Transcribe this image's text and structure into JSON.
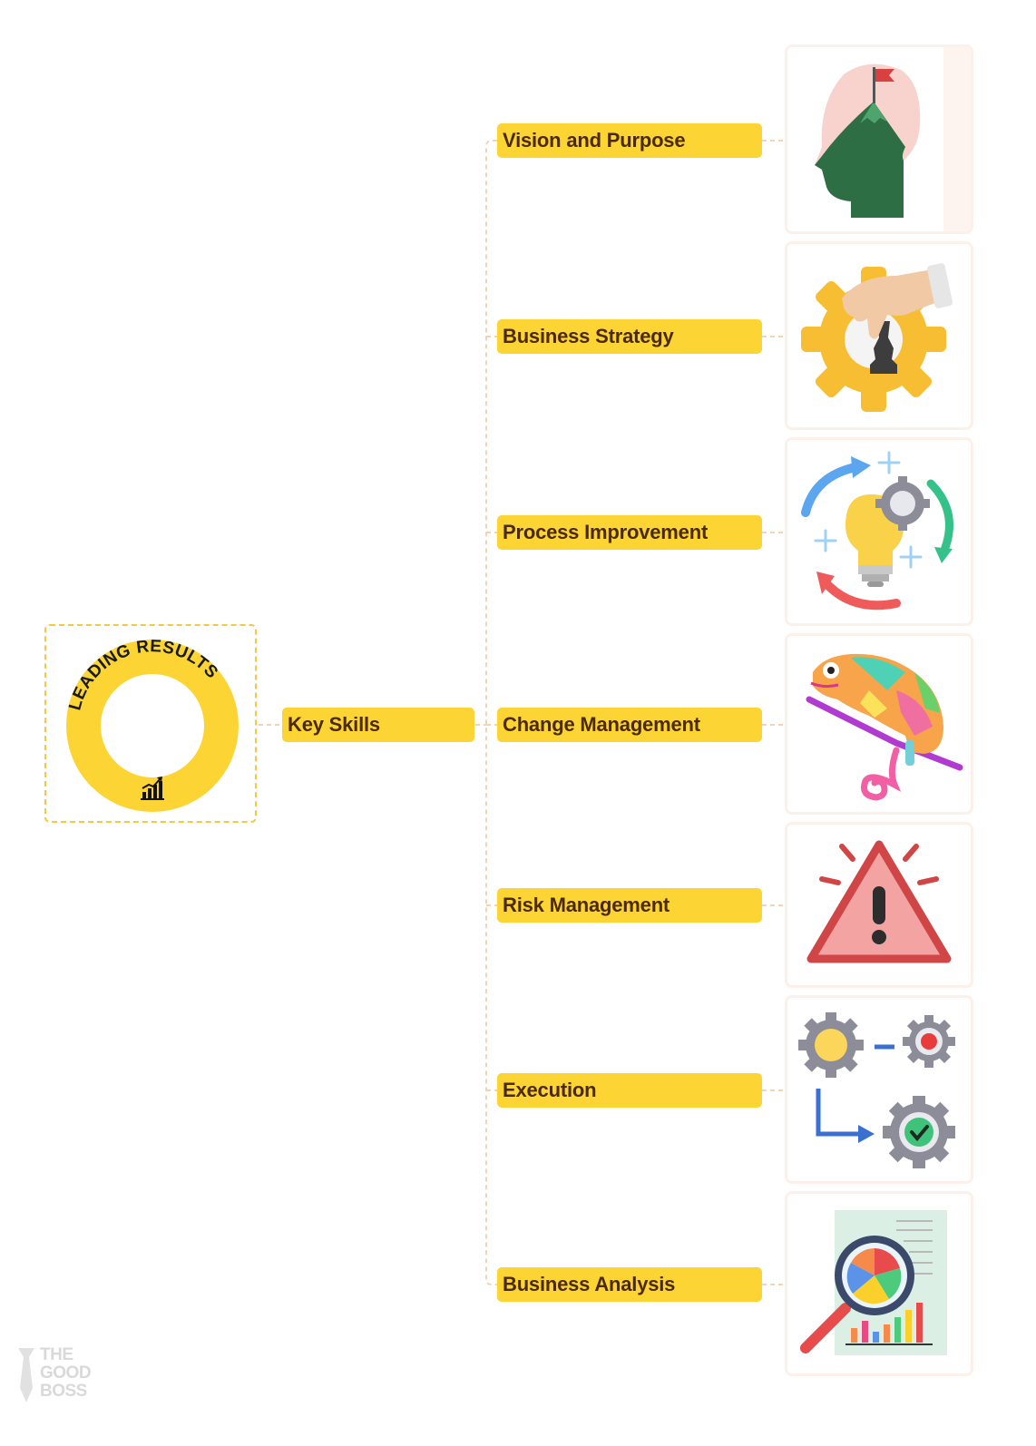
{
  "root": {
    "ring_text": "LEADING RESULTS",
    "icon": "growth-chart-icon"
  },
  "hub": {
    "label": "Key Skills"
  },
  "skills": [
    {
      "label": "Vision and Purpose",
      "icon": "mountain-head-flag-icon"
    },
    {
      "label": "Business Strategy",
      "icon": "gear-hand-chess-icon"
    },
    {
      "label": "Process Improvement",
      "icon": "lightbulb-gear-cycle-icon"
    },
    {
      "label": "Change Management",
      "icon": "chameleon-icon"
    },
    {
      "label": "Risk Management",
      "icon": "warning-triangle-icon"
    },
    {
      "label": "Execution",
      "icon": "gears-flow-check-icon"
    },
    {
      "label": "Business Analysis",
      "icon": "report-magnifier-icon"
    }
  ],
  "brand": {
    "line1": "THE",
    "line2": "GOOD",
    "line3": "BOSS"
  },
  "colors": {
    "pill": "#fcd535",
    "pill_text": "#4a2a08",
    "connector": "#f3d3b4",
    "ring": "#fcd535",
    "root_border": "#f5c842"
  }
}
